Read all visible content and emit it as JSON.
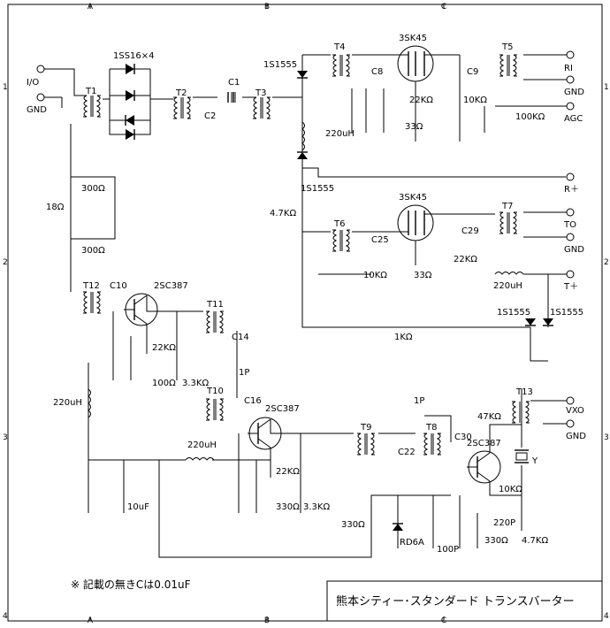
{
  "frame": {
    "columns": [
      "A",
      "B",
      "C"
    ],
    "rows": [
      "1",
      "2",
      "3",
      "4"
    ]
  },
  "title_block": {
    "title": "熊本シティー･スタンダード トランスバーター"
  },
  "note": "※ 記載の無きCは0.01uF",
  "ports": {
    "io": "I/O",
    "gnd_in": "GND",
    "ri": "RI",
    "gnd_ri": "GND",
    "agc": "AGC",
    "r_plus": "R＋",
    "to": "TO",
    "gnd_to": "GND",
    "t_plus": "T＋",
    "vxo": "VXO",
    "gnd_vxo": "GND"
  },
  "components": {
    "diodes_mix": "1SS16×4",
    "t1": "T1",
    "t2": "T2",
    "t3": "T3",
    "t4": "T4",
    "t5": "T5",
    "t6": "T6",
    "t7": "T7",
    "t8": "T8",
    "t9": "T9",
    "t10": "T10",
    "t11": "T11",
    "t12": "T12",
    "t13": "T13",
    "c1": "C1",
    "c2": "C2",
    "c8": "C8",
    "c9": "C9",
    "c10": "C10",
    "c14": "C14",
    "c16": "C16",
    "c22": "C22",
    "c25": "C25",
    "c29": "C29",
    "c30": "C30",
    "d_r_top": "1S1555",
    "d_r_bot": "1S1555",
    "d_t_left": "1S1555",
    "d_t_right": "1S1555",
    "fet_rx": "3SK45",
    "fet_tx": "3SK45",
    "q_amp1": "2SC387",
    "q_amp2": "2SC387",
    "q_osc": "2SC387",
    "l_rx": "220uH",
    "l_tx": "220uH",
    "l_left": "220uH",
    "l_mid": "220uH",
    "r_t3": "4.7KΩ",
    "r_rx_22k": "22KΩ",
    "r_rx_33": "33Ω",
    "r_rx_10k": "10KΩ",
    "r_rx_100k": "100KΩ",
    "r_tx_10k": "10KΩ",
    "r_tx_33": "33Ω",
    "r_tx_22k": "22KΩ",
    "r_tx_1k": "1KΩ",
    "r_18": "18Ω",
    "r_300a": "300Ω",
    "r_300b": "300Ω",
    "r_a1_22k": "22KΩ",
    "r_a1_100": "100Ω",
    "r_a1_3k3": "3.3KΩ",
    "r_a2_22k": "22KΩ",
    "r_a2_330": "330Ω",
    "r_a2_3k3": "3.3KΩ",
    "c_1p_a": "1P",
    "c_1p_b": "1P",
    "c_10uf": "10uF",
    "r_osc_330": "330Ω",
    "zener": "RD6A",
    "c_100p": "100P",
    "r_osc_330b": "330Ω",
    "c_220p": "220P",
    "r_osc_4k7": "4.7KΩ",
    "r_osc_10k": "10KΩ",
    "r_vxo_47k": "47KΩ",
    "crystal": "Y"
  }
}
